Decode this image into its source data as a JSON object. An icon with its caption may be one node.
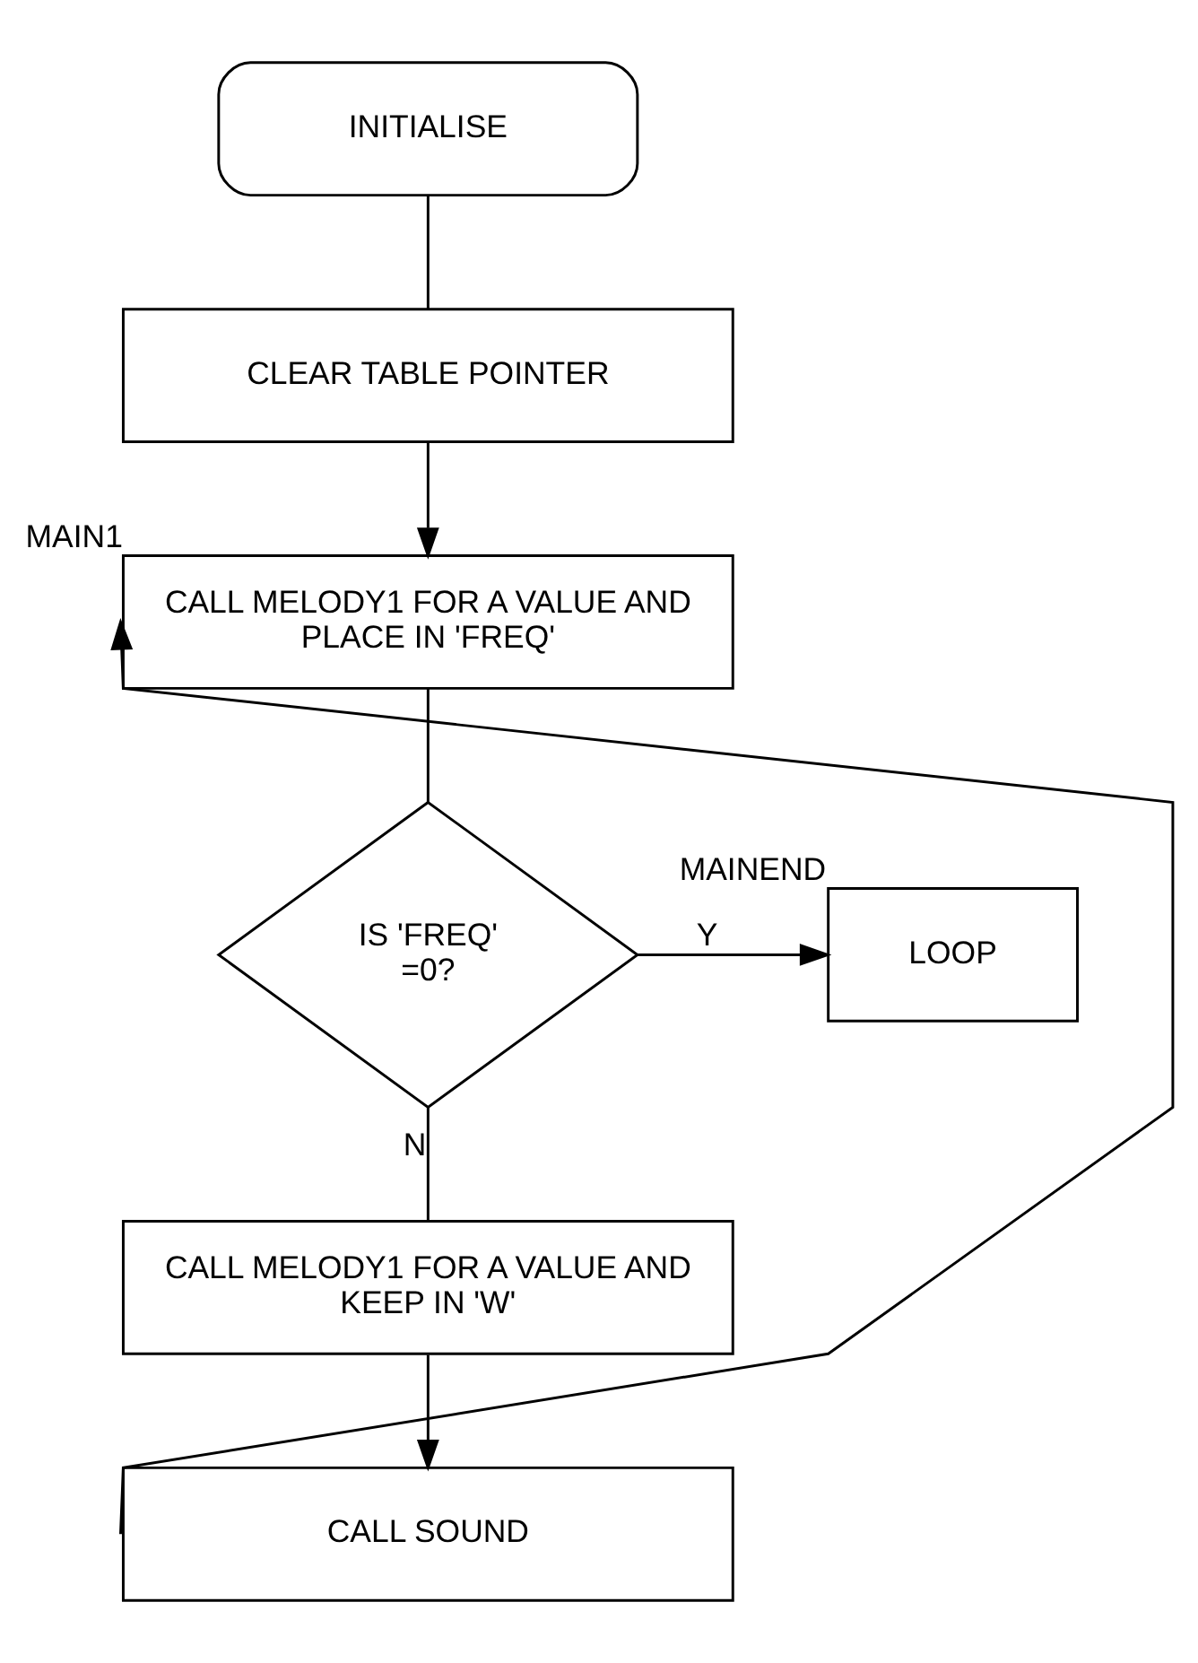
{
  "diagram": {
    "nodes": [
      {
        "text": [
          "INITIALISE"
        ]
      },
      {
        "text": [
          "CLEAR TABLE POINTER"
        ]
      },
      {
        "text": [
          "CALL MELODY1 FOR A VALUE AND PLACE IN 'FREQ'"
        ],
        "beside": [
          "MAIN1"
        ]
      },
      {
        "text": [
          "IS 'FREQ' =0?"
        ]
      },
      {
        "text": [
          "LOOP"
        ],
        "beside": [
          "MAINEND"
        ]
      },
      {
        "text": [
          "CALL MELODY1 FOR A VALUE AND KEEP IN 'W'"
        ]
      },
      {
        "text": [
          "CALL SOUND"
        ]
      }
    ],
    "edges": [
      {
        "from": 0,
        "to": 1,
        "arrow": "none"
      },
      {
        "from": 1,
        "to": 2,
        "arrow": "to"
      },
      {
        "from": 2,
        "to": 3,
        "arrow": "none"
      },
      {
        "from": 3,
        "to": 4,
        "arrow": "to",
        "label": "Y"
      },
      {
        "from": 3,
        "to": 5,
        "arrow": "none",
        "label": "N"
      },
      {
        "from": 5,
        "to": 6,
        "arrow": "to"
      },
      {
        "from": 6,
        "to": 2,
        "arrow": "to"
      }
    ]
  }
}
